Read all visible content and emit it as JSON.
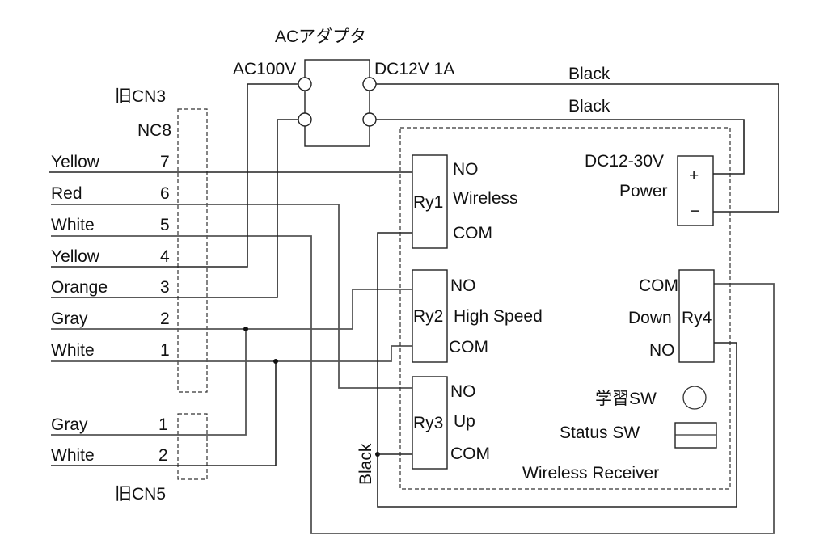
{
  "title": "ACアダプタ",
  "adapter": {
    "input_label": "AC100V",
    "output_label": "DC12V 1A"
  },
  "wires_top": [
    "Black",
    "Black"
  ],
  "cn3": {
    "label": "旧CN3",
    "nc_label": "NC8",
    "pins": [
      {
        "color": "Yellow",
        "pin": "7"
      },
      {
        "color": "Red",
        "pin": "6"
      },
      {
        "color": "White",
        "pin": "5"
      },
      {
        "color": "Yellow",
        "pin": "4"
      },
      {
        "color": "Orange",
        "pin": "3"
      },
      {
        "color": "Gray",
        "pin": "2"
      },
      {
        "color": "White",
        "pin": "1"
      }
    ]
  },
  "cn5": {
    "label": "旧CN5",
    "pins": [
      {
        "color": "Gray",
        "pin": "1"
      },
      {
        "color": "White",
        "pin": "2"
      }
    ]
  },
  "receiver": {
    "label": "Wireless Receiver",
    "power": {
      "voltage": "DC12-30V",
      "label": "Power",
      "plus": "+",
      "minus": "−"
    },
    "relays": [
      {
        "id": "Ry1",
        "function": "Wireless",
        "top": "NO",
        "bottom": "COM"
      },
      {
        "id": "Ry2",
        "function": "High Speed",
        "top": "NO",
        "bottom": "COM"
      },
      {
        "id": "Ry3",
        "function": "Up",
        "top": "NO",
        "bottom": "COM"
      },
      {
        "id": "Ry4",
        "function": "Down",
        "top": "COM",
        "bottom": "NO"
      }
    ],
    "learn_sw": "学習SW",
    "status_sw": "Status SW"
  },
  "black_wire_label": "Black"
}
